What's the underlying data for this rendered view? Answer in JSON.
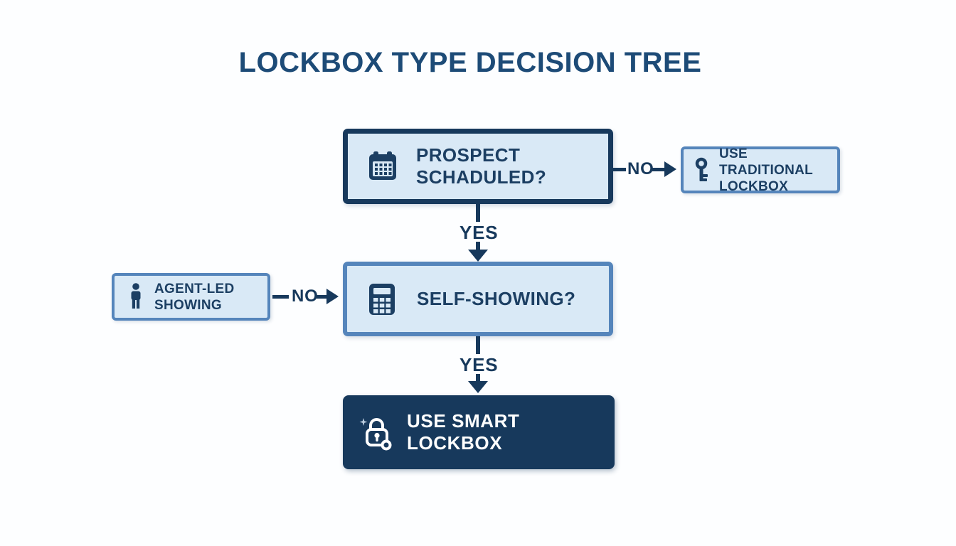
{
  "title": "LOCKBOX TYPE DECISION TREE",
  "palette": {
    "background": "#fdfeff",
    "title_color": "#1d4b77",
    "dark_navy": "#17395c",
    "medium_blue_border": "#5585bb",
    "light_blue_fill": "#d9e9f6",
    "node_text_dark": "#1c3f63",
    "smart_node_text": "#ffffff"
  },
  "nodes": {
    "prospect": {
      "label": "PROSPECT SCHADULED?",
      "icon": "calendar-icon"
    },
    "traditional": {
      "line1": "USE TRADITIONAL",
      "line2": "LOCKBOX",
      "icon": "key-icon"
    },
    "self_showing": {
      "label": "SELF-SHOWING?",
      "icon": "calculator-icon"
    },
    "agent_led": {
      "line1": "AGENT-LED",
      "line2": "SHOWING",
      "icon": "person-icon"
    },
    "smart": {
      "label": "USE SMART LOCKBOX",
      "icon": "smart-lock-icon"
    }
  },
  "edges": {
    "prospect_to_traditional": "NO",
    "prospect_to_self": "YES",
    "agent_to_self": "NO",
    "self_to_smart": "YES"
  }
}
